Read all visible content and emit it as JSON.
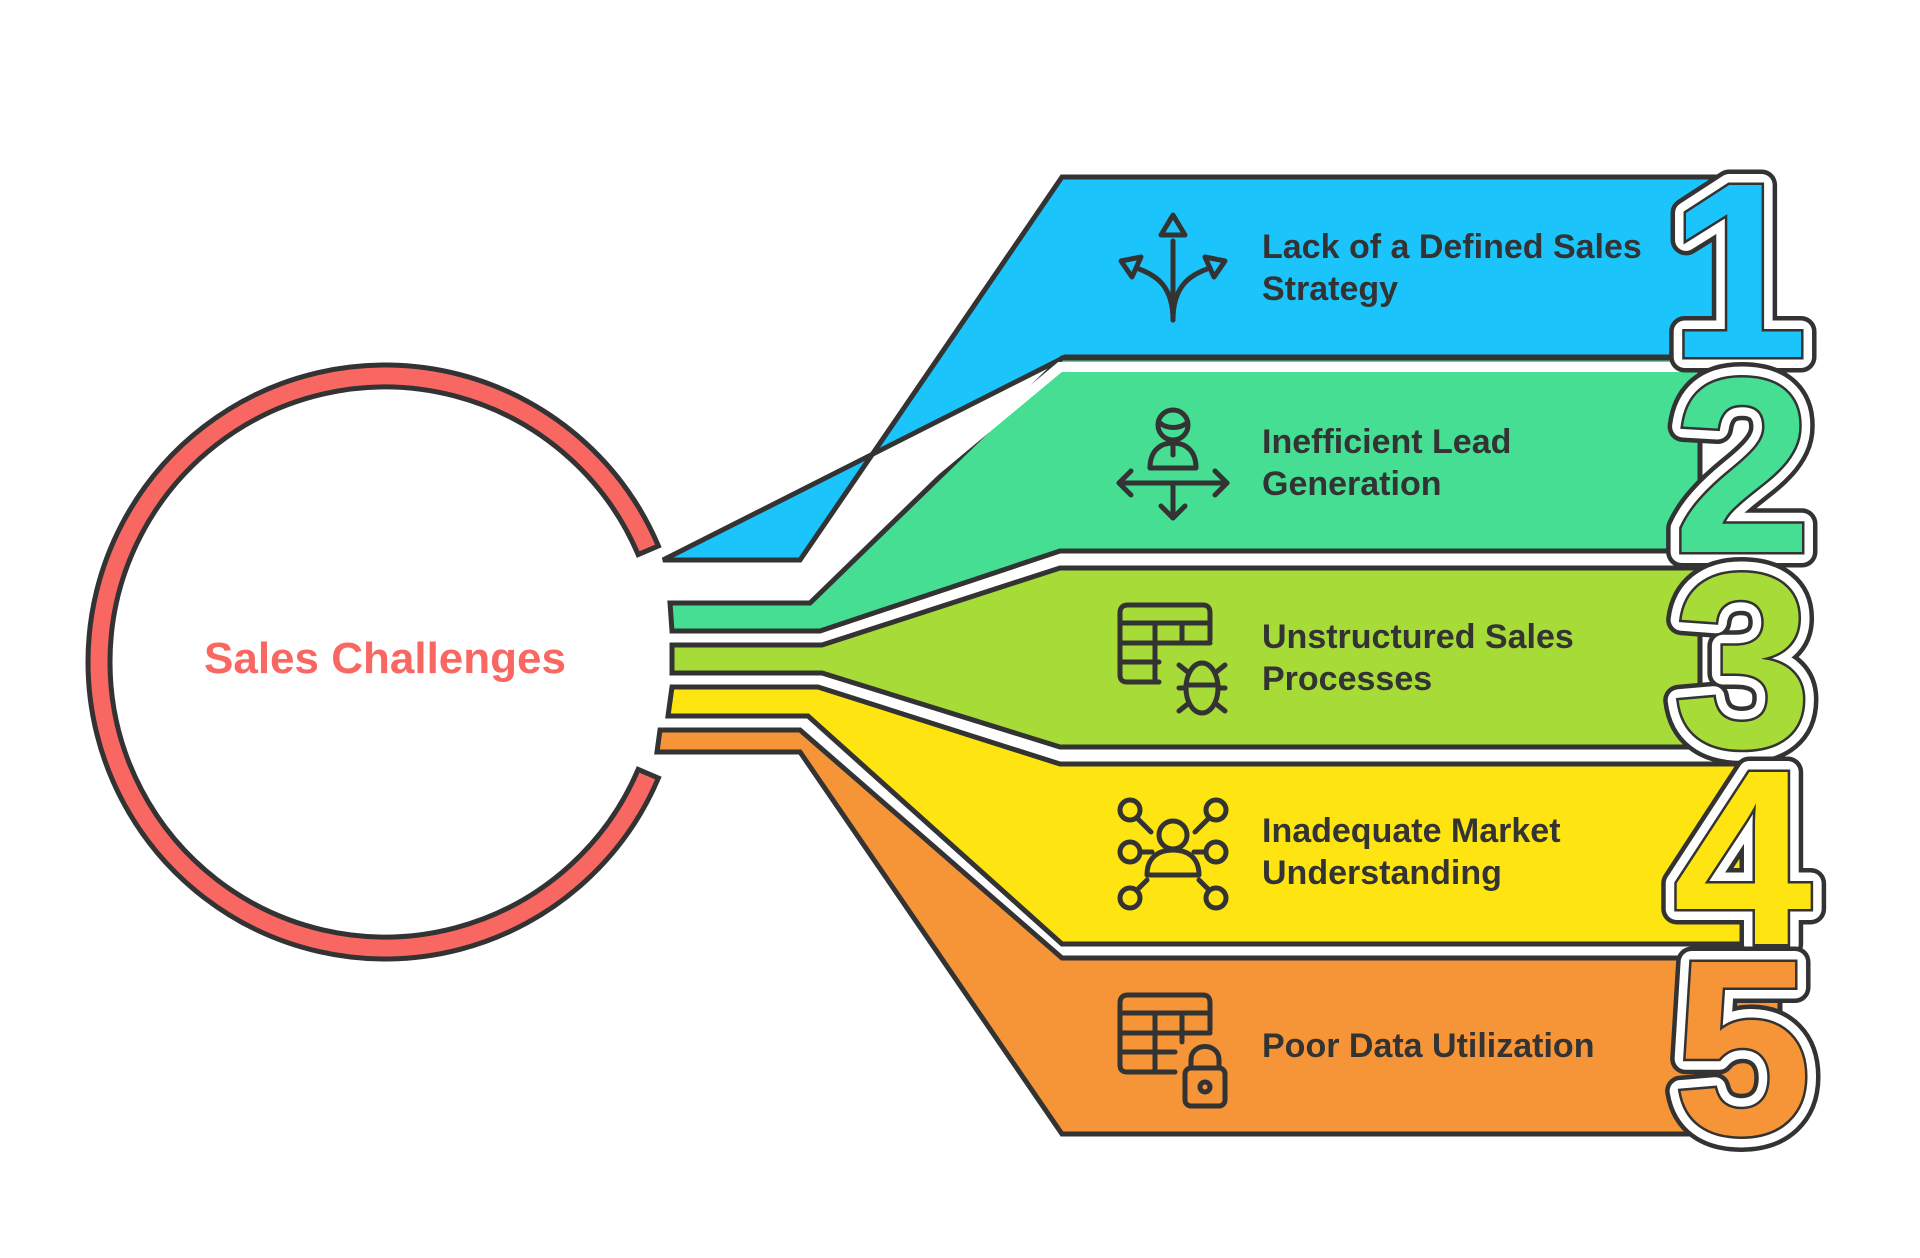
{
  "center": {
    "title": "Sales Challenges",
    "color": "#F96762"
  },
  "items": [
    {
      "number": "1",
      "label_lines": [
        "Lack of a Defined Sales",
        "Strategy"
      ],
      "color": "#1CC4FC",
      "icon": "diverging-arrows-icon"
    },
    {
      "number": "2",
      "label_lines": [
        "Inefficient Lead",
        "Generation"
      ],
      "color": "#45DE93",
      "icon": "person-directions-icon"
    },
    {
      "number": "3",
      "label_lines": [
        "Unstructured Sales",
        "Processes"
      ],
      "color": "#A6DB38",
      "icon": "table-bug-icon"
    },
    {
      "number": "4",
      "label_lines": [
        "Inadequate Market",
        "Understanding"
      ],
      "color": "#FEE511",
      "icon": "person-network-icon"
    },
    {
      "number": "5",
      "label_lines": [
        "Poor Data Utilization"
      ],
      "color": "#F69537",
      "icon": "table-lock-icon"
    }
  ],
  "outline_color": "#333333"
}
